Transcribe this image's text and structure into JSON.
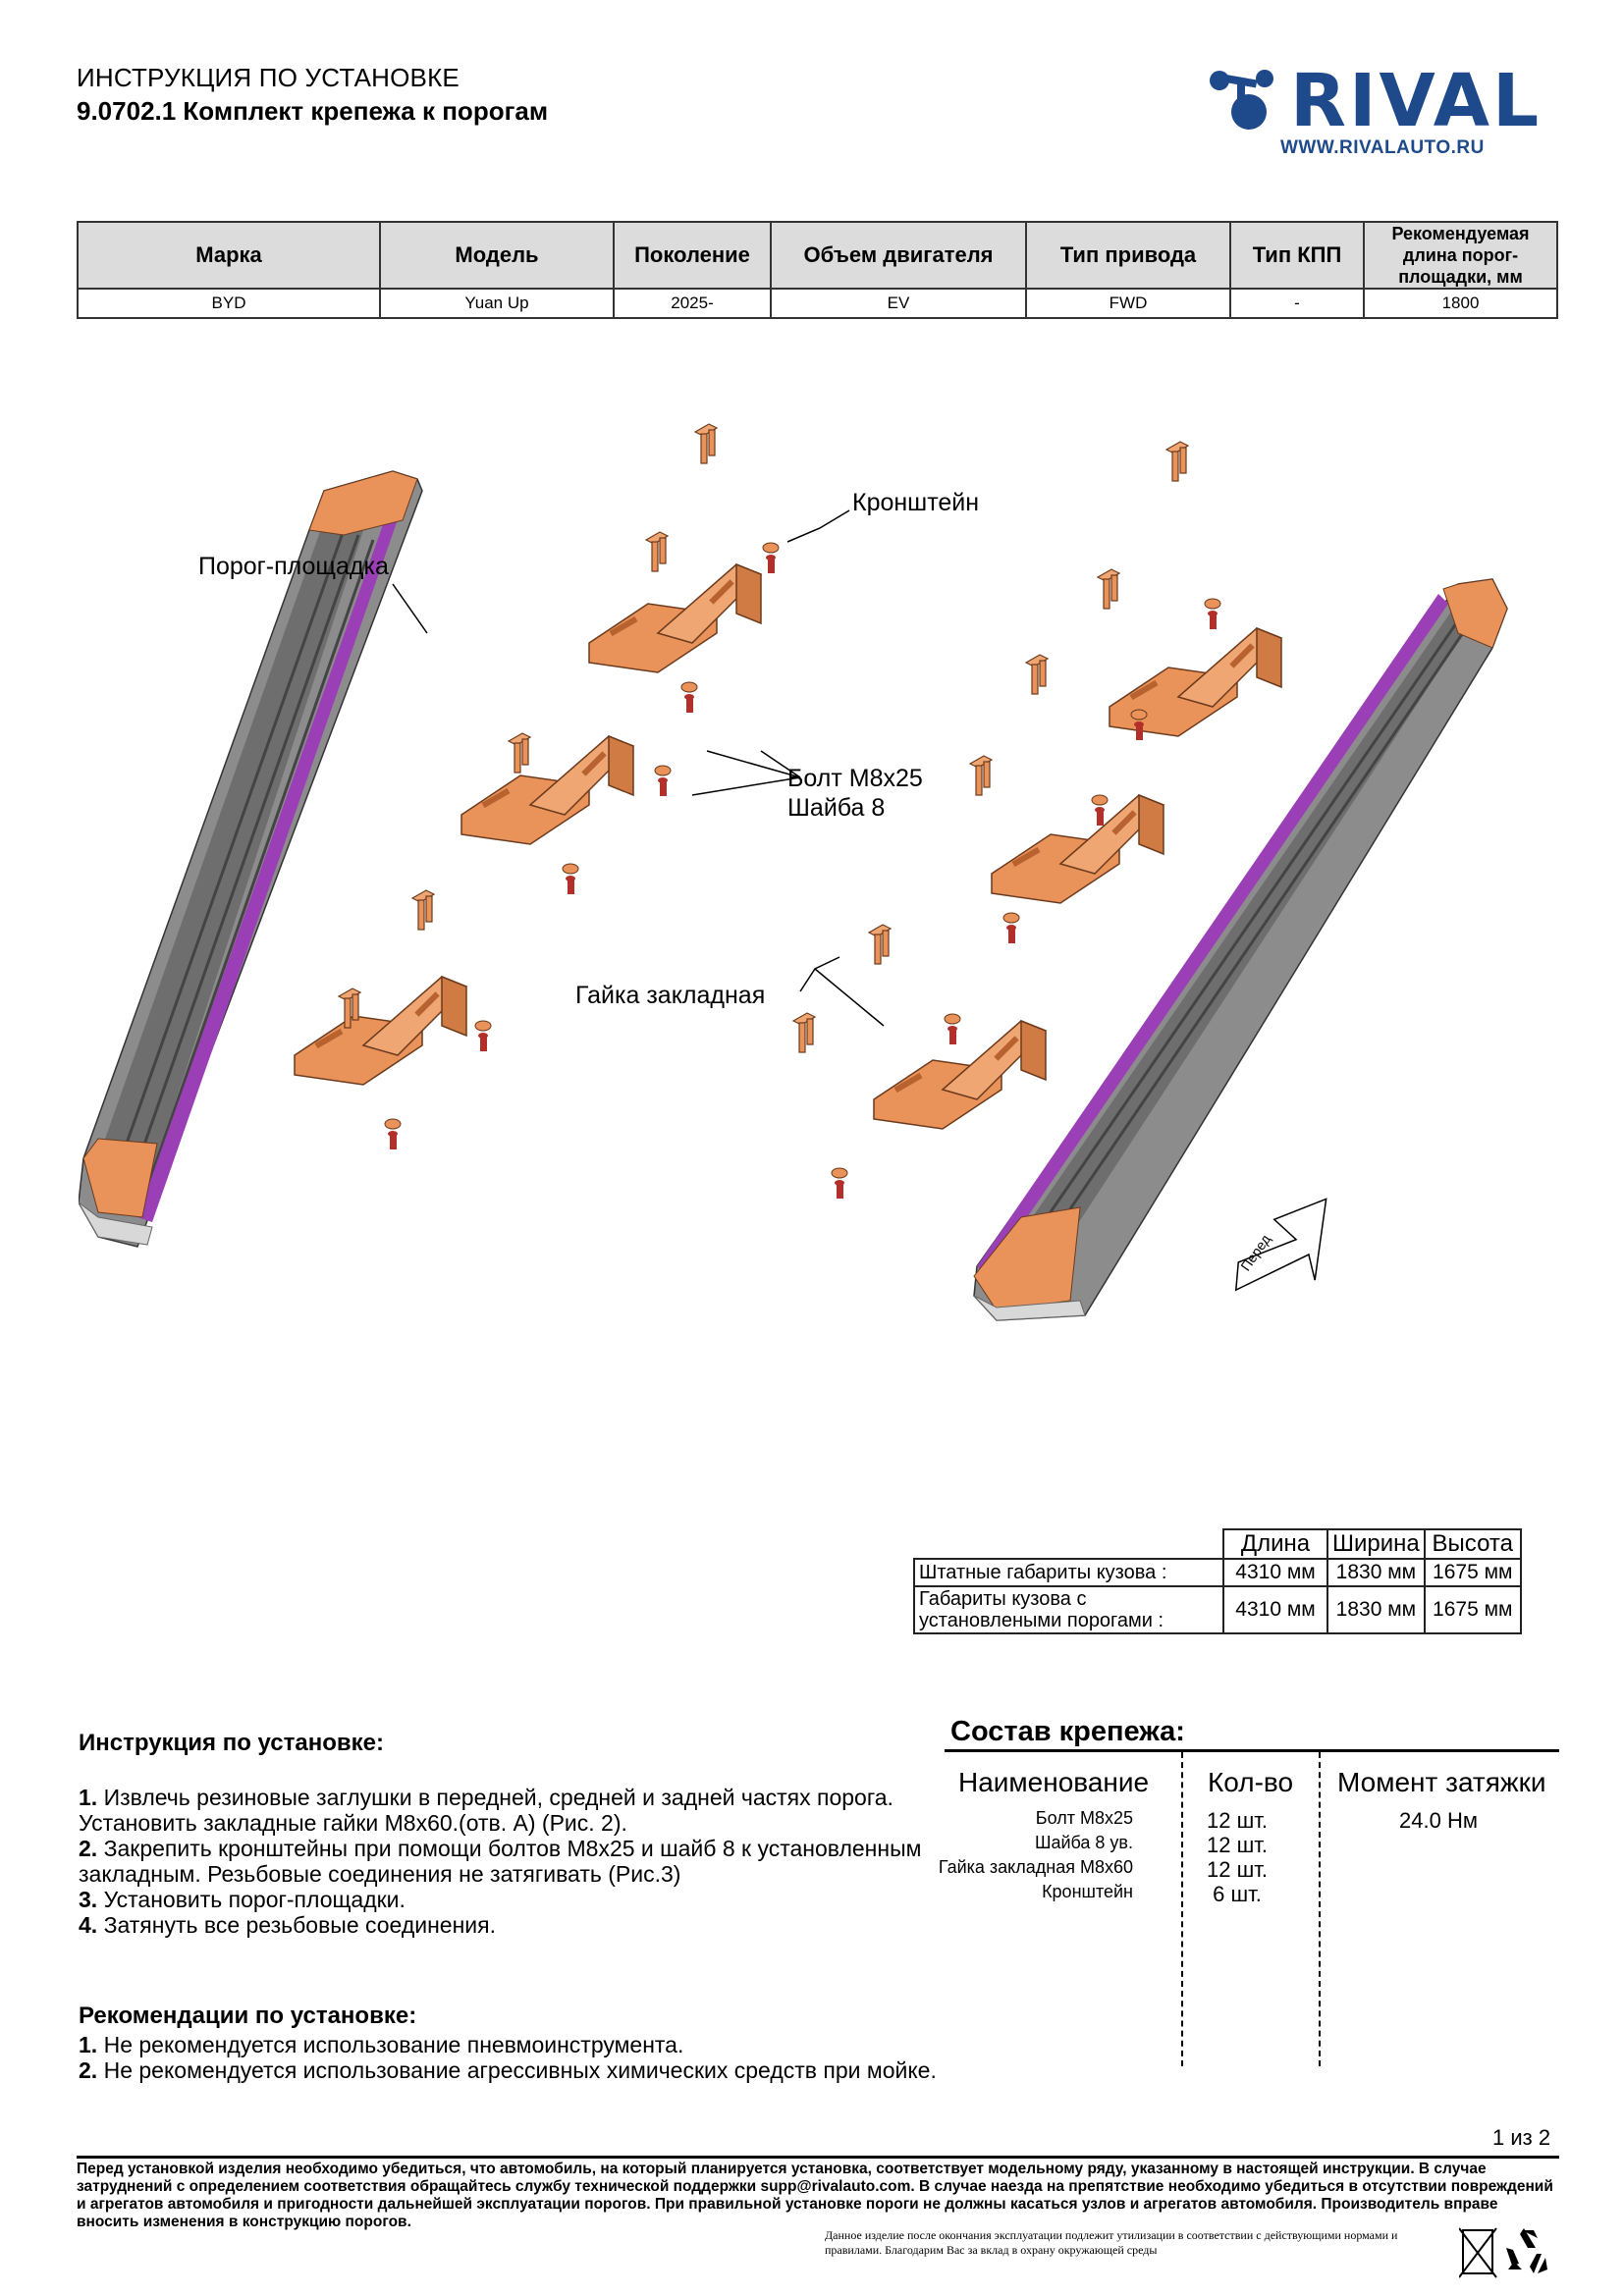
{
  "header": {
    "doc_type": "ИНСТРУКЦИЯ ПО УСТАНОВКЕ",
    "product": "9.0702.1 Комплект крепежа к порогам"
  },
  "brand": {
    "name": "RIVAL",
    "url": "WWW.RIVALAUTO.RU",
    "color": "#1e4a8c"
  },
  "spec_table": {
    "headers": [
      "Марка",
      "Модель",
      "Поколение",
      "Объем двигателя",
      "Тип привода",
      "Тип КПП",
      "Рекомендуемая длина порог-площадки, мм"
    ],
    "row": [
      "BYD",
      "Yuan Up",
      "2025-",
      "EV",
      "FWD",
      "-",
      "1800"
    ]
  },
  "diagram": {
    "labels": {
      "sill": "Порог-площадка",
      "bracket": "Кронштейн",
      "bolt": "Болт М8х25",
      "washer": "Шайба 8",
      "nut": "Гайка закладная",
      "front": "Перед"
    },
    "colors": {
      "bracket": "#e9935a",
      "board": "#707070",
      "strip": "#9b3fb6",
      "bolt": "#b3302a"
    }
  },
  "dimensions": {
    "headers": [
      "Длина",
      "Ширина",
      "Высота"
    ],
    "rows": [
      {
        "label": "Штатные габариты кузова :",
        "values": [
          "4310 мм",
          "1830 мм",
          "1675 мм"
        ]
      },
      {
        "label": "Габариты кузова с установлеными порогами :",
        "values": [
          "4310 мм",
          "1830 мм",
          "1675 мм"
        ]
      }
    ]
  },
  "instructions": {
    "title": "Инструкция по установке:",
    "steps": [
      {
        "num": "1.",
        "text": "Извлечь резиновые заглушки в передней, средней и задней частях порога. Установить закладные гайки М8х60.(отв. А) (Рис. 2)."
      },
      {
        "num": "2.",
        "text": "Закрепить кронштейны при помощи болтов М8х25 и шайб 8 к установленным закладным. Резьбовые соединения не затягивать (Рис.3)"
      },
      {
        "num": "3.",
        "text": "Установить порог-площадки."
      },
      {
        "num": "4.",
        "text": "Затянуть все резьбовые соединения."
      }
    ]
  },
  "recommendations": {
    "title": "Рекомендации по установке:",
    "items": [
      {
        "num": "1.",
        "text": "Не рекомендуется использование пневмоинструмента."
      },
      {
        "num": "2.",
        "text": "Не рекомендуется использование агрессивных химических средств при мойке."
      }
    ]
  },
  "fasteners": {
    "title": "Состав крепежа:",
    "headers": [
      "Наименование",
      "Кол-во",
      "Момент затяжки"
    ],
    "rows": [
      {
        "name": "Болт М8х25",
        "qty": "12 шт.",
        "torque": "24.0 Нм"
      },
      {
        "name": "Шайба 8 ув.",
        "qty": "12 шт.",
        "torque": ""
      },
      {
        "name": "Гайка закладная М8х60",
        "qty": "12 шт.",
        "torque": ""
      },
      {
        "name": "Кронштейн",
        "qty": "6 шт.",
        "torque": ""
      }
    ]
  },
  "page": "1 из 2",
  "footer": {
    "notice": "Перед установкой изделия необходимо убедиться, что автомобиль, на который планируется установка, соответствует модельному ряду, указанному в настоящей инструкции. В случае затруднений с определением соответствия обращайтесь службу технической поддержки supp@rivalauto.com. В случае наезда на препятствие необходимо убедиться в отсутствии повреждений и агрегатов автомобиля и пригодности дальнейшей эксплуатации порогов. При правильной установке пороги не должны касаться узлов и агрегатов автомобиля. Производитель вправе вносить изменения в конструкцию порогов.",
    "eco": "Данное изделие после окончания эксплуатации подлежит утилизации в соответствии с действующими нормами и правилами. Благодарим Вас за вклад в охрану окружающей среды"
  }
}
